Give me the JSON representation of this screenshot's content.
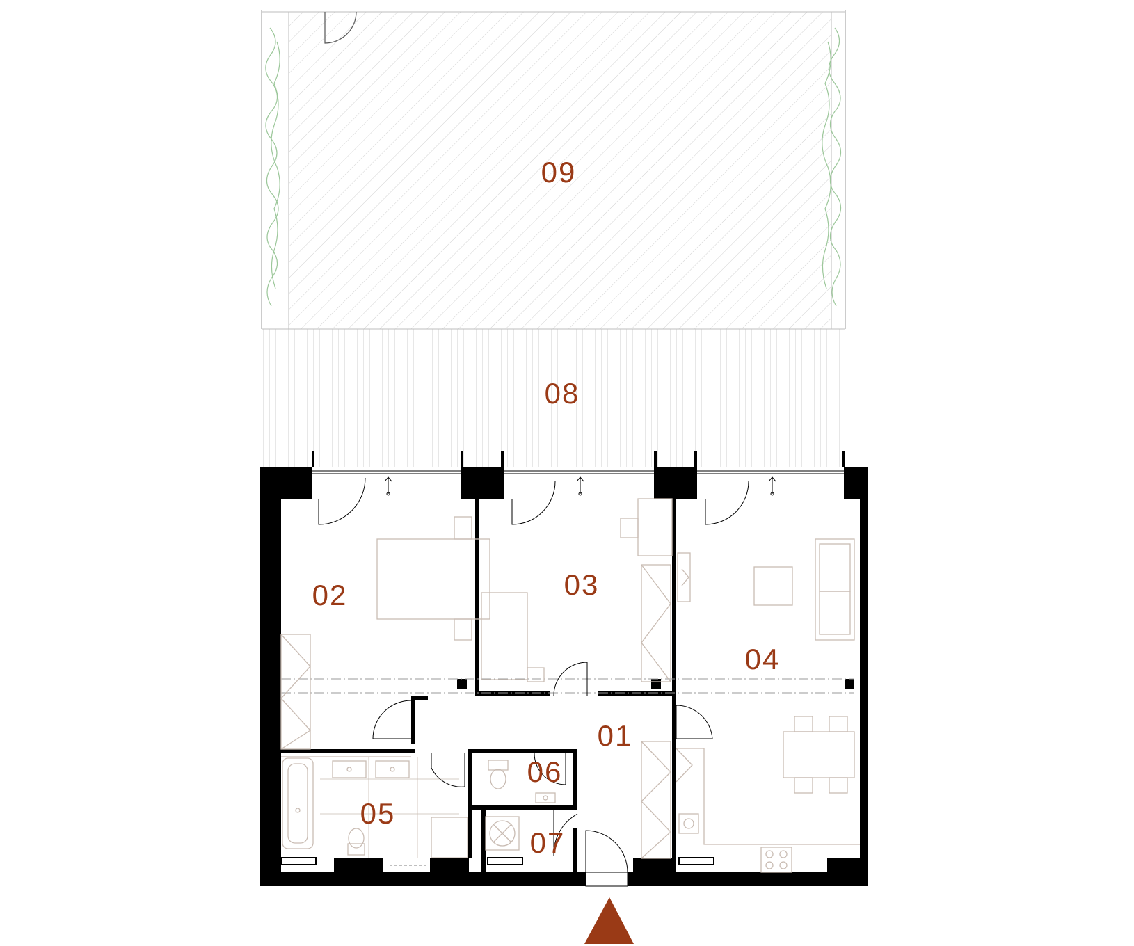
{
  "colors": {
    "accent": "#9a3a16",
    "wall": "#000000",
    "furniture": "#c9bcb3",
    "hatch": "#cfcfcf",
    "greenery": "#9cc79a"
  },
  "entrance": {
    "icon": "entrance-arrow-icon"
  },
  "rooms": [
    {
      "id": "01",
      "label": "01"
    },
    {
      "id": "02",
      "label": "02"
    },
    {
      "id": "03",
      "label": "03"
    },
    {
      "id": "04",
      "label": "04"
    },
    {
      "id": "05",
      "label": "05"
    },
    {
      "id": "06",
      "label": "06"
    },
    {
      "id": "07",
      "label": "07"
    },
    {
      "id": "08",
      "label": "08"
    },
    {
      "id": "09",
      "label": "09"
    }
  ]
}
